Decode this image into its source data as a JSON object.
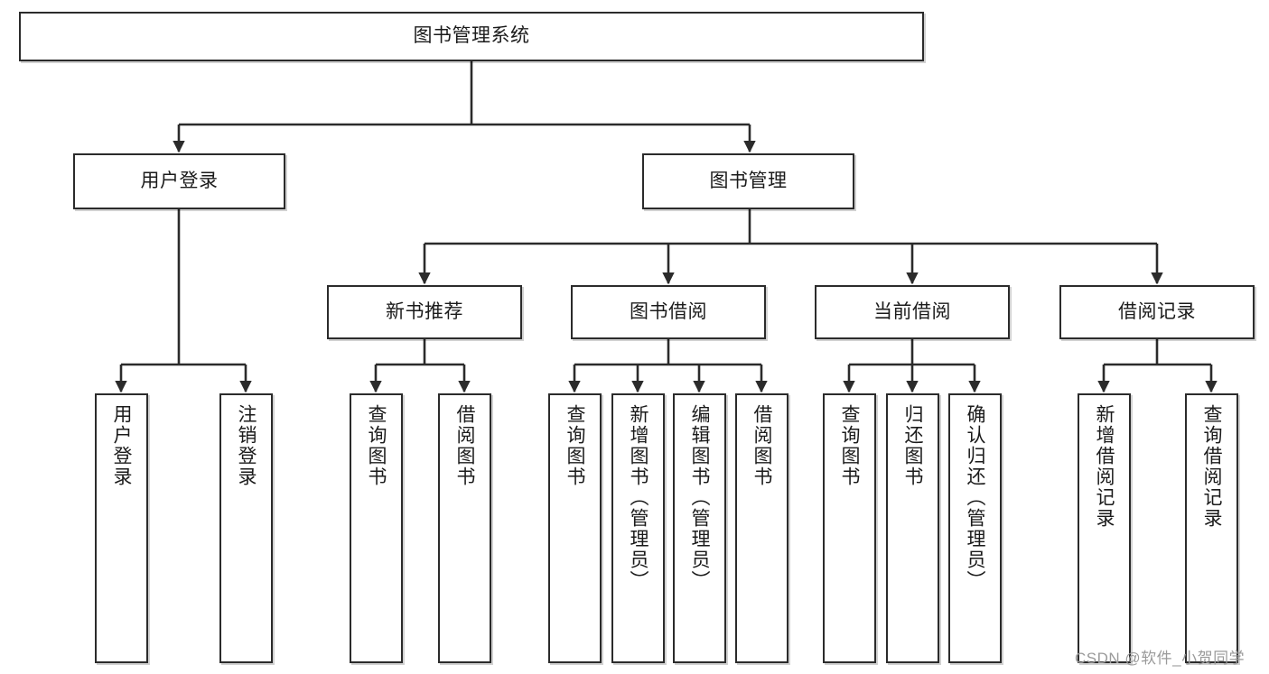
{
  "diagram": {
    "title": "图书管理系统",
    "type": "tree-hierarchy-chart",
    "orientation": "top-down",
    "colors": {
      "box_border": "#2b2b2b",
      "box_fill": "#ffffff",
      "connector": "#2b2b2b",
      "text": "#1b1b1b",
      "watermark": "#9a9a9a",
      "background": "#ffffff"
    },
    "nodes": {
      "root": {
        "label": "图书管理系统",
        "level": 0,
        "text_orientation": "horizontal"
      },
      "level1": [
        {
          "id": "user-login",
          "label": "用户登录",
          "text_orientation": "horizontal"
        },
        {
          "id": "book-management",
          "label": "图书管理",
          "text_orientation": "horizontal"
        }
      ],
      "level2": [
        {
          "id": "new-book-recommend",
          "label": "新书推荐",
          "parent": "book-management",
          "text_orientation": "horizontal"
        },
        {
          "id": "book-borrow",
          "label": "图书借阅",
          "parent": "book-management",
          "text_orientation": "horizontal"
        },
        {
          "id": "current-borrow",
          "label": "当前借阅",
          "parent": "book-management",
          "text_orientation": "horizontal"
        },
        {
          "id": "borrow-record",
          "label": "借阅记录",
          "parent": "book-management",
          "text_orientation": "horizontal"
        }
      ],
      "leaves": [
        {
          "id": "leaf-user-login",
          "label": "用户登录",
          "parent": "user-login",
          "text_orientation": "vertical"
        },
        {
          "id": "leaf-logout-login",
          "label": "注销登录",
          "parent": "user-login",
          "text_orientation": "vertical"
        },
        {
          "id": "leaf-query-book-recommend",
          "label": "查询图书",
          "parent": "new-book-recommend",
          "text_orientation": "vertical"
        },
        {
          "id": "leaf-borrow-book-recommend",
          "label": "借阅图书",
          "parent": "new-book-recommend",
          "text_orientation": "vertical"
        },
        {
          "id": "leaf-query-book-borrow",
          "label": "查询图书",
          "parent": "book-borrow",
          "text_orientation": "vertical"
        },
        {
          "id": "leaf-add-book-admin",
          "label": "新增图书（管理员）",
          "parent": "book-borrow",
          "text_orientation": "vertical"
        },
        {
          "id": "leaf-edit-book-admin",
          "label": "编辑图书（管理员）",
          "parent": "book-borrow",
          "text_orientation": "vertical"
        },
        {
          "id": "leaf-borrow-book",
          "label": "借阅图书",
          "parent": "book-borrow",
          "text_orientation": "vertical"
        },
        {
          "id": "leaf-query-book-current",
          "label": "查询图书",
          "parent": "current-borrow",
          "text_orientation": "vertical"
        },
        {
          "id": "leaf-return-book",
          "label": "归还图书",
          "parent": "current-borrow",
          "text_orientation": "vertical"
        },
        {
          "id": "leaf-confirm-return-admin",
          "label": "确认归还（管理员）",
          "parent": "current-borrow",
          "text_orientation": "vertical"
        },
        {
          "id": "leaf-add-borrow-record",
          "label": "新增借阅记录",
          "parent": "borrow-record",
          "text_orientation": "vertical"
        },
        {
          "id": "leaf-query-borrow-record",
          "label": "查询借阅记录",
          "parent": "borrow-record",
          "text_orientation": "vertical"
        }
      ]
    },
    "watermark": "CSDN @软件_小贺同学"
  }
}
